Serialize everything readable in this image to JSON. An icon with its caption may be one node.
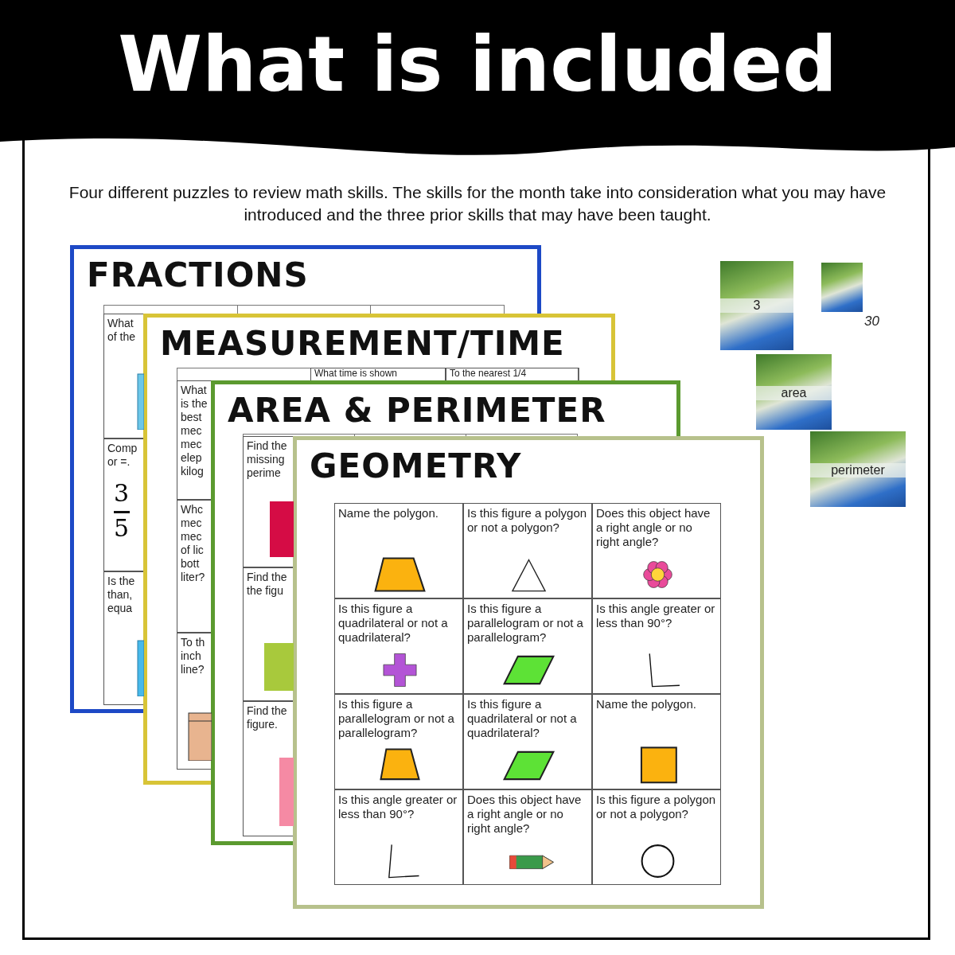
{
  "diagram": {
    "title": "What is included",
    "nodes": [
      {
        "text": [
          "FRACTIONS"
        ]
      },
      {
        "text": [
          "What of the"
        ]
      },
      {
        "text": [
          "Comp or =.",
          "3",
          "5"
        ]
      },
      {
        "text": [
          "Is the than, equa"
        ]
      },
      {
        "text": [
          "MEASUREMENT/TIME"
        ]
      },
      {
        "text": [
          "What is the best",
          "mec mec elep kilog"
        ]
      },
      {
        "text": [
          "What time is shown"
        ],
        "in": 4
      },
      {
        "text": [
          "To the nearest 1/4"
        ],
        "in": 4
      },
      {
        "text": [
          "Whc mec mec of lic bott liter?"
        ]
      },
      {
        "text": [
          "To th inch line?"
        ]
      },
      {
        "text": [
          "AREA & PERIMETER"
        ]
      },
      {
        "text": [
          "Find the missing perime"
        ]
      },
      {
        "text": [
          "Find the the figu"
        ]
      },
      {
        "text": [
          "Find the figure."
        ]
      },
      {
        "text": [
          "GEOMETRY"
        ]
      },
      {
        "text": [
          "Name the polygon."
        ],
        "in": 14
      },
      {
        "text": [
          "Is this figure a polygon or not a polygon?"
        ],
        "in": 14
      },
      {
        "text": [
          "Does this object have a right angle or no right angle?"
        ],
        "in": 14
      },
      {
        "text": [
          "Is this figure a quadrilateral or not a quadrilateral?"
        ],
        "in": 14
      },
      {
        "text": [
          "Is this figure a parallelogram or not a parallelogram?"
        ],
        "in": 14
      },
      {
        "text": [
          "Is this angle greater or less than 90°?"
        ],
        "in": 14
      },
      {
        "text": [
          "Is this figure a parallelogram or not a parallelogram?"
        ],
        "in": 14
      },
      {
        "text": [
          "Is this figure a quadrilateral or not a quadrilateral?"
        ],
        "in": 14
      },
      {
        "text": [
          "Name the polygon."
        ],
        "in": 14
      },
      {
        "text": [
          "Is this angle greater or less than 90°?"
        ],
        "in": 14
      },
      {
        "text": [
          "Does this object have a right angle or no right angle?"
        ],
        "in": 14
      },
      {
        "text": [
          "Is this figure a polygon or not a polygon?"
        ],
        "in": 14
      },
      {
        "text": [
          "3"
        ]
      },
      {
        "text": [],
        "shape": "picture",
        "beside": [
          "30"
        ]
      },
      {
        "text": [
          "area"
        ]
      },
      {
        "text": [
          "perimeter"
        ]
      }
    ],
    "labels": [
      "Four different puzzles to review math skills.  The skills for the month take into consideration what you may have introduced and the three prior skills that may have been taught."
    ]
  }
}
